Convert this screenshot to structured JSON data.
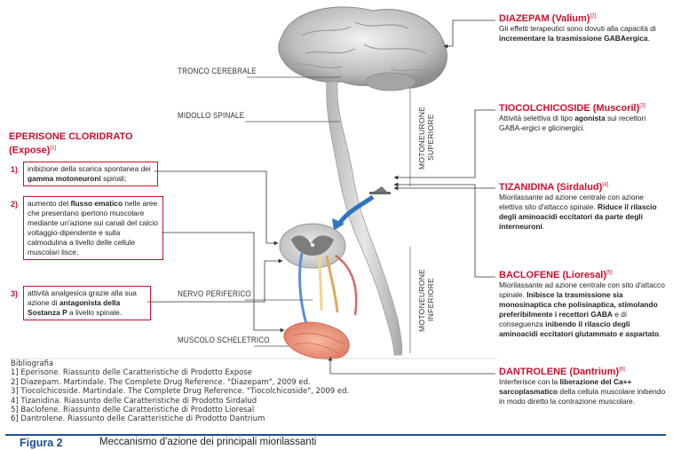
{
  "labels": {
    "tronco": "TRONCO CEREBRALE",
    "midollo": "MIDOLLO SPINALE",
    "nervo": "NERVO PERIFERICO",
    "muscolo": "MUSCOLO SCHELETRICO",
    "moto_sup": "MOTONEURONE SUPERIORE",
    "moto_inf": "MOTONEURONE INFERIORE"
  },
  "eperisone": {
    "title": "EPERISONE CLORIDRATO",
    "subtitle": "(Expose)",
    "ref": "[1]",
    "items": [
      {
        "num": "1)",
        "pre": "inibizione della scarica spontanea dei ",
        "bold": "gamma motoneuroni",
        "post": " spinali;"
      },
      {
        "num": "2)",
        "pre": "aumento del ",
        "bold": "flusso ematico",
        "post": " nelle aree che presentano ipertono muscolare mediante un'azione sui canali del calcio voltaggio-dipendente e sulla calmodulina a livello delle cellule muscolari lisce;"
      },
      {
        "num": "3)",
        "pre": "attività analgesica grazie alla sua azione di ",
        "bold": "antagonista della Sostanza P",
        "post": " a livello spinale."
      }
    ]
  },
  "drugs": [
    {
      "name": "DIAZEPAM (Valium)",
      "ref": "[2]",
      "text_pre": "Gli effetti terapeutici sono dovuti alla capacità di ",
      "text_bold": "incrementare la trasmissione GABAergica",
      "text_post": "."
    },
    {
      "name": "TIOCOLCHICOSIDE (Muscoril)",
      "ref": "[3]",
      "text_pre": "Attività selettiva di tipo ",
      "text_bold": "agonista",
      "text_post": " sui recettori GABA-ergici e glicinergici."
    },
    {
      "name": "TIZANIDINA (Sirdalud)",
      "ref": "[4]",
      "text_pre": "Miorilassante ad azione centrale con azione elettiva sito d'attacco spinale. ",
      "text_bold": "Riduce il rilascio degli aminoacidi eccitatori da parte degli interneuroni",
      "text_post": "."
    },
    {
      "name": "BACLOFENE (Lioresal)",
      "ref": "[5]",
      "text_pre": "Miorilassante ad azione centrale con sito d'attacco spinale. ",
      "text_bold": "Inibisce la trasmissione sia monosinaptica che polisinaptica, stimolando preferibilmente i recettori GABA",
      "text_post": " e di conseguenza ",
      "text_bold2": "inibendo il rilascio degli aminoacidi eccitatori glutammato e aspartato",
      "text_post2": "."
    },
    {
      "name": "DANTROLENE (Dantrium)",
      "ref": "[6]",
      "text_pre": "Interferisce con la ",
      "text_bold": "liberazione del Ca++ sarcoplasmatico",
      "text_post": " della cellula muscolare inibendo in modo diretto la contrazione muscolare."
    }
  ],
  "bibliography": {
    "heading": "Bibliografia",
    "items": [
      "1] Eperisone. Riassunto delle Caratteristiche di Prodotto Expose",
      "2] Diazepam. Martindale. The Complete Drug Reference. \"Diazepam\", 2009 ed.",
      "3] Tiocolchicoside. Martindale. The Complete Drug Reference. \"Tiocolchicoside\", 2009 ed.",
      "4] Tizanidina. Riassunto delle Caratteristiche di Prodotto Sirdalud",
      "5] Baclofene. Riassunto delle Caratteristiche di Prodotto Lioresal",
      "6] Dantrolene. Riassunto delle Caratteristiche di Prodotto Dantrium"
    ]
  },
  "figure": {
    "label": "Figura 2",
    "title": "Meccanismo d'azione dei principali miorilassanti"
  },
  "colors": {
    "accent_red": "#c8102e",
    "accent_blue": "#1d4f91"
  }
}
